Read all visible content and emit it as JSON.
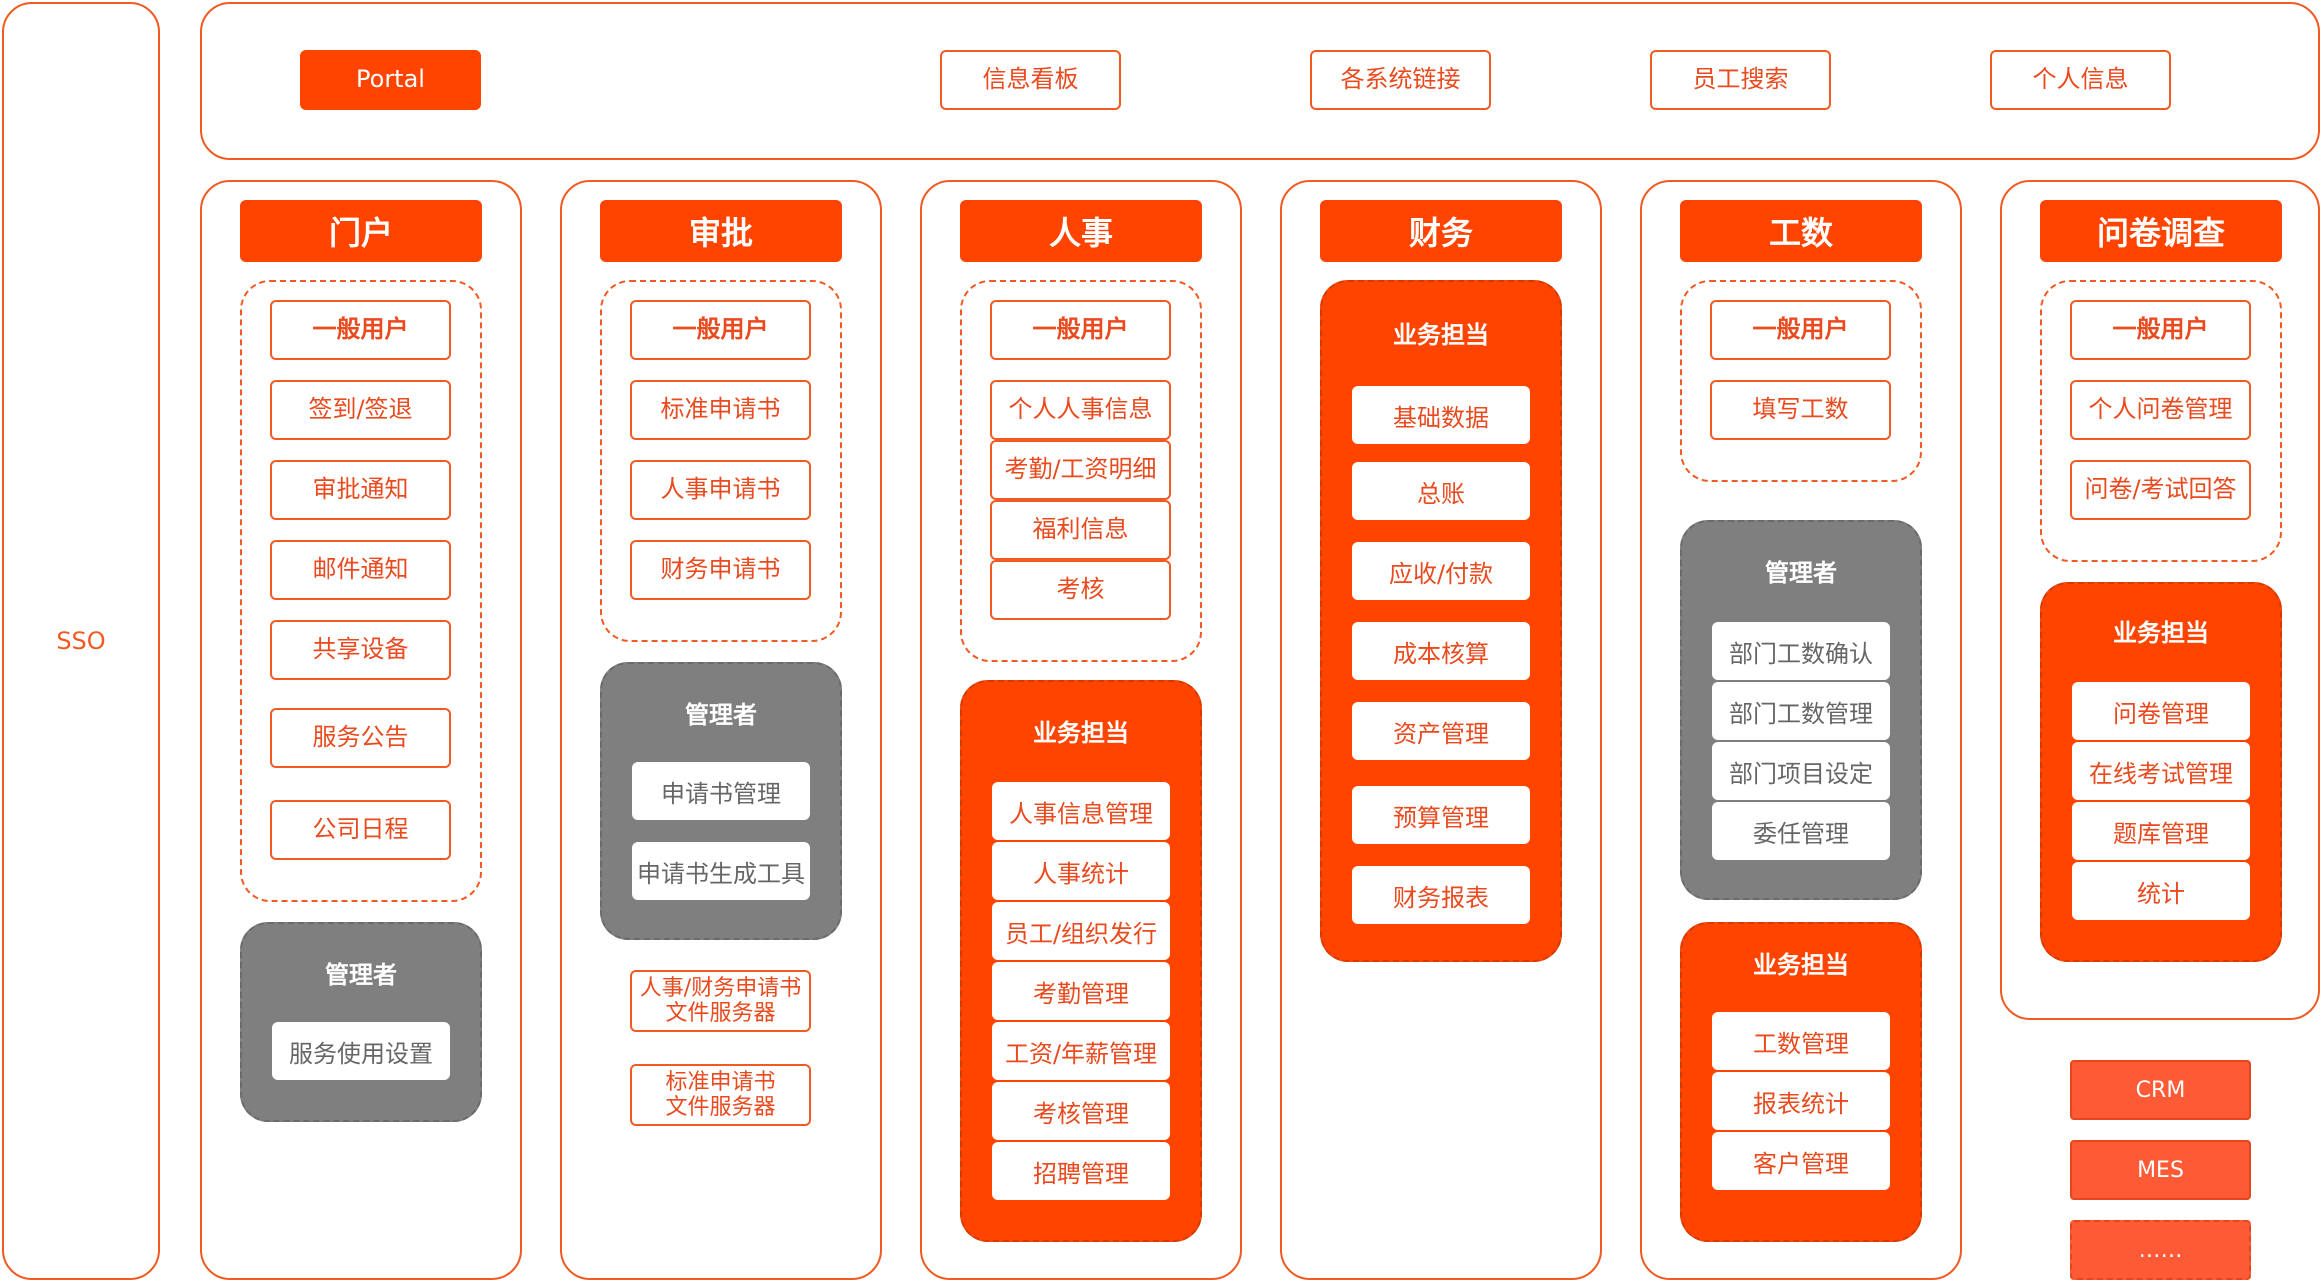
{
  "sso": {
    "label": "SSO"
  },
  "portal_bar": {
    "items": [
      "Portal",
      "信息看板",
      "各系统链接",
      "员工搜索",
      "个人信息"
    ]
  },
  "columns": {
    "portal": {
      "title": "门户",
      "user": {
        "title": "一般用户",
        "items": [
          "签到/签退",
          "审批通知",
          "邮件通知",
          "共享设备",
          "服务公告",
          "公司日程"
        ]
      },
      "admin": {
        "title": "管理者",
        "items": [
          "服务使用设置"
        ]
      }
    },
    "approval": {
      "title": "审批",
      "user": {
        "title": "一般用户",
        "items": [
          "标准申请书",
          "人事申请书",
          "财务申请书"
        ]
      },
      "admin": {
        "title": "管理者",
        "items": [
          "申请书管理",
          "申请书生成工具"
        ]
      },
      "servers": [
        "人事/财务申请书\n文件服务器",
        "标准申请书\n文件服务器"
      ]
    },
    "hr": {
      "title": "人事",
      "user": {
        "title": "一般用户",
        "items": [
          "个人人事信息",
          "考勤/工资明细",
          "福利信息",
          "考核"
        ]
      },
      "staff": {
        "title": "业务担当",
        "items": [
          "人事信息管理",
          "人事统计",
          "员工/组织发行",
          "考勤管理",
          "工资/年薪管理",
          "考核管理",
          "招聘管理"
        ]
      }
    },
    "finance": {
      "title": "财务",
      "staff": {
        "title": "业务担当",
        "items": [
          "基础数据",
          "总账",
          "应收/付款",
          "成本核算",
          "资产管理",
          "预算管理",
          "财务报表"
        ]
      }
    },
    "workhours": {
      "title": "工数",
      "user": {
        "title": "一般用户",
        "items": [
          "填写工数"
        ]
      },
      "admin": {
        "title": "管理者",
        "items": [
          "部门工数确认",
          "部门工数管理",
          "部门项目设定",
          "委任管理"
        ]
      },
      "staff": {
        "title": "业务担当",
        "items": [
          "工数管理",
          "报表统计",
          "客户管理"
        ]
      }
    },
    "survey": {
      "title": "问卷调查",
      "user": {
        "title": "一般用户",
        "items": [
          "个人问卷管理",
          "问卷/考试回答"
        ]
      },
      "staff": {
        "title": "业务担当",
        "items": [
          "问卷管理",
          "在线考试管理",
          "题库管理",
          "统计"
        ]
      }
    }
  },
  "external": [
    "CRM",
    "MES",
    "……"
  ]
}
